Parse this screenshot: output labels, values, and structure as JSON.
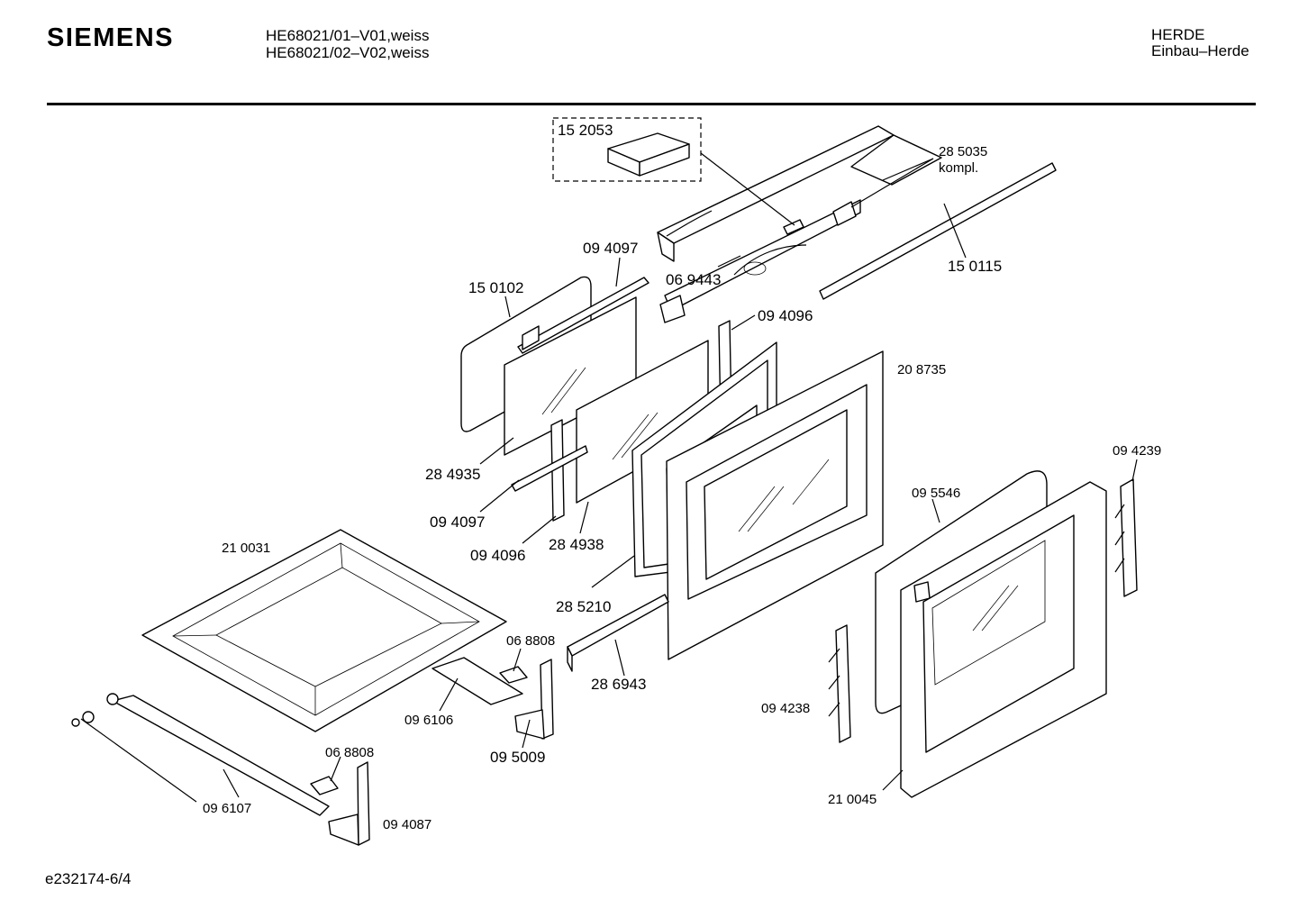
{
  "header": {
    "brand": "SIEMENS",
    "model_line_1": "HE68021/01–V01,weiss",
    "model_line_2": "HE68021/02–V02,weiss",
    "category_line_1": "HERDE",
    "category_line_2": "Einbau–Herde"
  },
  "footer": {
    "document_id": "e232174-6/4"
  },
  "parts": [
    {
      "id": "p-152053",
      "label": "15 2053"
    },
    {
      "id": "p-285035",
      "label": "28 5035"
    },
    {
      "id": "p-285035-note",
      "label": "kompl."
    },
    {
      "id": "p-150115",
      "label": "15 0115"
    },
    {
      "id": "p-094097-top",
      "label": "09 4097"
    },
    {
      "id": "p-069443",
      "label": "06 9443"
    },
    {
      "id": "p-150102",
      "label": "15 0102"
    },
    {
      "id": "p-094096-top",
      "label": "09 4096"
    },
    {
      "id": "p-208735",
      "label": "20 8735"
    },
    {
      "id": "p-284935",
      "label": "28 4935"
    },
    {
      "id": "p-094097-bot",
      "label": "09 4097"
    },
    {
      "id": "p-094096-bot",
      "label": "09 4096"
    },
    {
      "id": "p-284938",
      "label": "28 4938"
    },
    {
      "id": "p-285210",
      "label": "28 5210"
    },
    {
      "id": "p-094239",
      "label": "09 4239"
    },
    {
      "id": "p-095546",
      "label": "09 5546"
    },
    {
      "id": "p-210031",
      "label": "21 0031"
    },
    {
      "id": "p-068808-top",
      "label": "06 8808"
    },
    {
      "id": "p-286943",
      "label": "28 6943"
    },
    {
      "id": "p-096106",
      "label": "09 6106"
    },
    {
      "id": "p-095009",
      "label": "09 5009"
    },
    {
      "id": "p-094238",
      "label": "09 4238"
    },
    {
      "id": "p-068808-bot",
      "label": "06 8808"
    },
    {
      "id": "p-210045",
      "label": "21 0045"
    },
    {
      "id": "p-096107",
      "label": "09 6107"
    },
    {
      "id": "p-094087",
      "label": "09 4087"
    }
  ]
}
